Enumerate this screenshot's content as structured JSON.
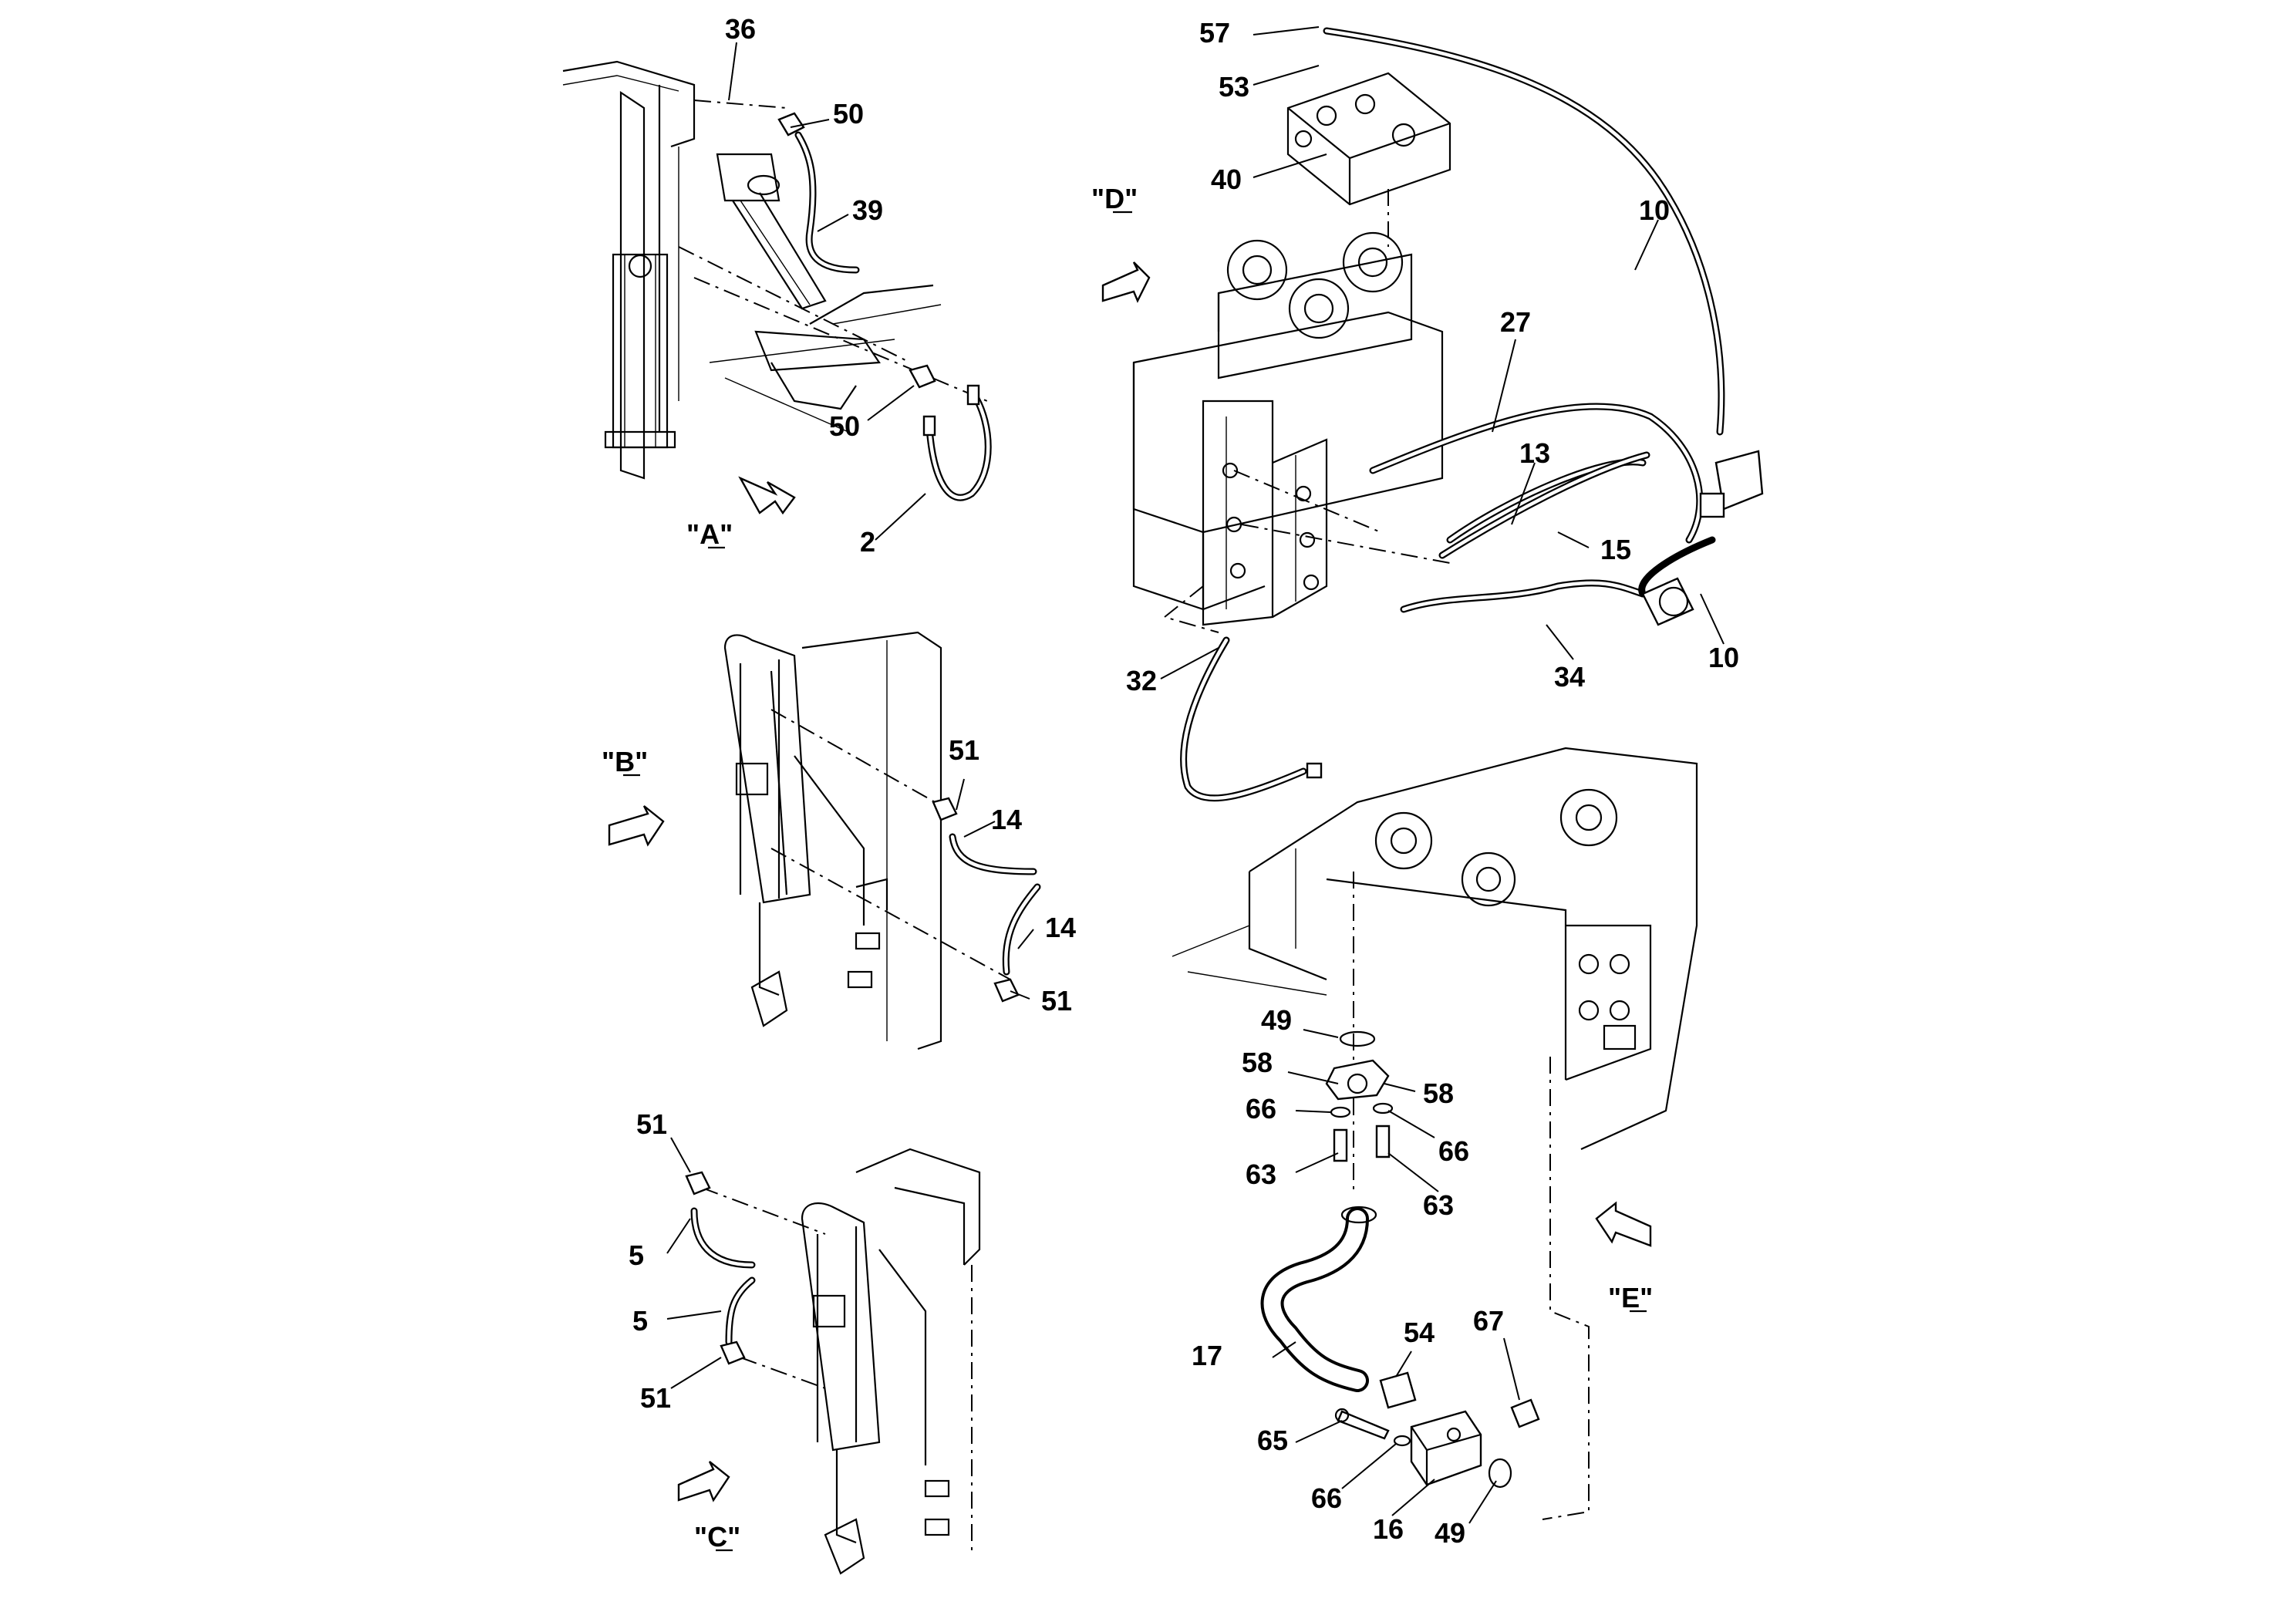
{
  "views": {
    "A": {
      "label": "\"A\""
    },
    "B": {
      "label": "\"B\""
    },
    "C": {
      "label": "\"C\""
    },
    "D": {
      "label": "\"D\""
    },
    "E": {
      "label": "\"E\""
    }
  },
  "callouts": {
    "a36": "36",
    "a50_top": "50",
    "a39": "39",
    "a50_low": "50",
    "a2": "2",
    "d57": "57",
    "d53": "53",
    "d40": "40",
    "d10_top": "10",
    "d27": "27",
    "d13": "13",
    "d15": "15",
    "d10_low": "10",
    "d34": "34",
    "d32": "32",
    "b51_top": "51",
    "b14_top": "14",
    "b14_low": "14",
    "b51_low": "51",
    "c51_top": "51",
    "c5_top": "5",
    "c5_low": "5",
    "c51_low": "51",
    "e49_top": "49",
    "e58_left": "58",
    "e58_right": "58",
    "e66_left": "66",
    "e66_right": "66",
    "e63_left": "63",
    "e63_right": "63",
    "e54": "54",
    "e67": "67",
    "e17": "17",
    "e65": "65",
    "e66_low": "66",
    "e16": "16",
    "e49_low": "49"
  }
}
